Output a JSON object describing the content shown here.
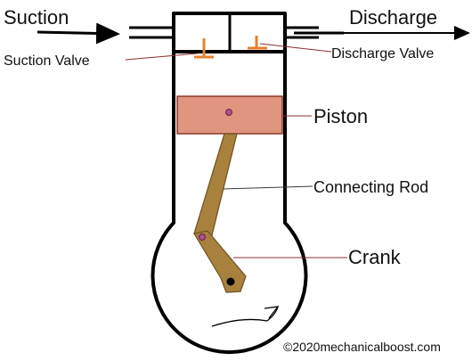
{
  "labels": {
    "suction": "Suction",
    "discharge": "Discharge",
    "suction_valve": "Suction Valve",
    "discharge_valve": "Discharge Valve",
    "piston": "Piston",
    "connecting_rod": "Connecting Rod",
    "crank": "Crank"
  },
  "credit": "©2020mechanicalboost.com",
  "colors": {
    "outline": "#000000",
    "valve": "#e8802a",
    "piston_fill": "#e0957e",
    "piston_stroke": "#8a3a2a",
    "rod_fill": "#a8823d",
    "rod_stroke": "#6f5020",
    "pin": "#b0508a",
    "leader_line": "#8a3030"
  },
  "icons": {
    "suction_arrow": "arrow-right-icon",
    "discharge_arrow": "arrow-right-icon",
    "rotation_arrow": "curved-arrow-icon"
  }
}
